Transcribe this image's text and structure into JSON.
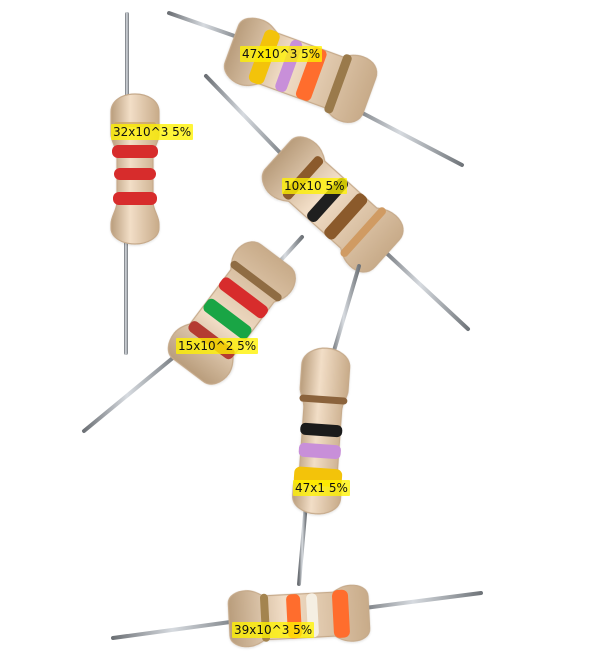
{
  "resistors": [
    {
      "label": "32x10^3 5%",
      "colors": {
        "body": "#dcc3a2",
        "band1": "#d72c2c",
        "band2": "#d72c2c",
        "band3": "#d72c2c",
        "tolerance": "#c9a15c"
      }
    },
    {
      "label": "47x10^3 5%",
      "colors": {
        "body": "#dcc3a2",
        "band1": "#f3c30a",
        "band2": "#c88fd9",
        "band3": "#ff6d2d",
        "tolerance": "#9a7a4b"
      }
    },
    {
      "label": "10x10 5%",
      "colors": {
        "body": "#dcc3a2",
        "band1": "#8b5a2b",
        "band2": "#1f1f1f",
        "band3": "#8b5a2b",
        "tolerance": "#d09b63"
      }
    },
    {
      "label": "15x10^2 5%",
      "colors": {
        "body": "#dcc3a2",
        "band1": "#b43b32",
        "band2": "#19a545",
        "band3": "#d72c2c",
        "tolerance": "#8f6c43"
      }
    },
    {
      "label": "47x1 5%",
      "colors": {
        "body": "#dcc3a2",
        "band1": "#f3c30a",
        "band2": "#c88fd9",
        "band3": "#1b1b1b",
        "tolerance": "#8b633c"
      }
    },
    {
      "label": "39x10^3 5%",
      "colors": {
        "body": "#dcc3a2",
        "band1": "#ff6d2d",
        "band2": "#f5efe3",
        "band3": "#ff6d2d",
        "tolerance": "#a4844f"
      }
    }
  ]
}
